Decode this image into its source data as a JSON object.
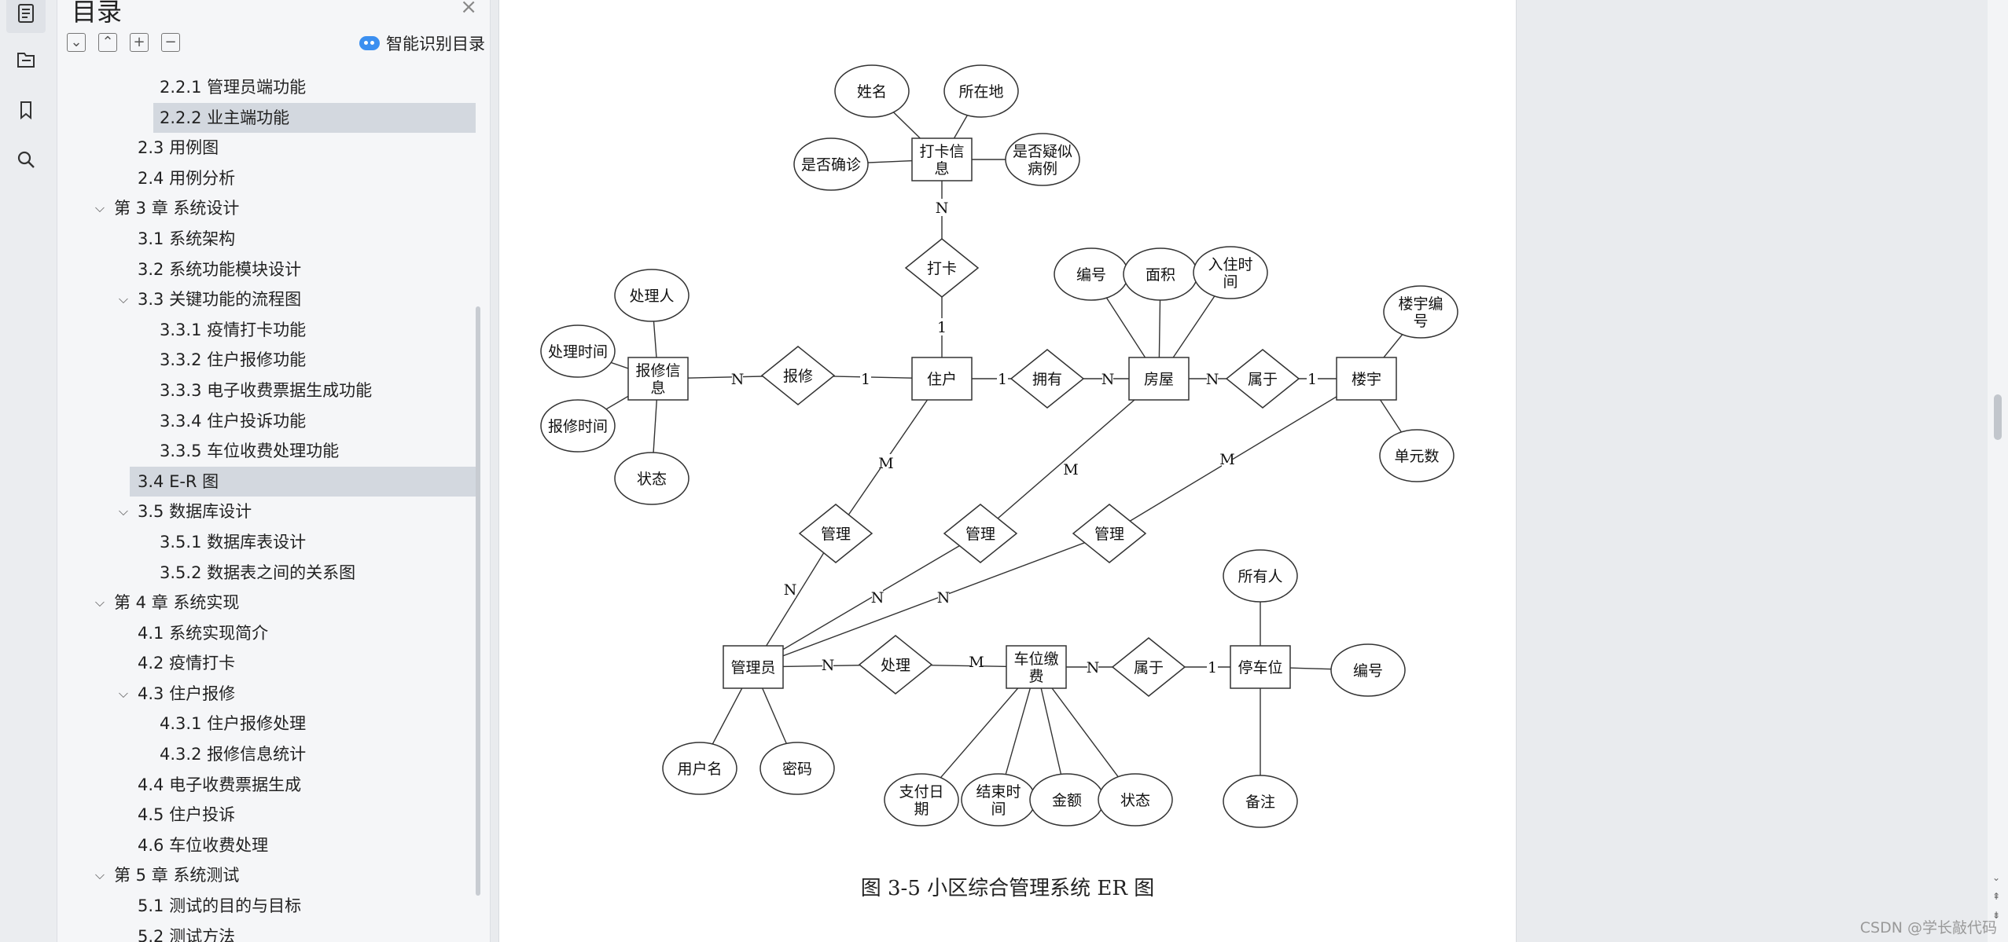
{
  "toc": {
    "title": "目录",
    "close": "×",
    "tools": [
      "⌄",
      "⌃",
      "+",
      "−"
    ],
    "smart_label": "智能识别目录",
    "items": [
      {
        "text": "2.2.1 管理员端功能",
        "level": 3,
        "chev": ""
      },
      {
        "text": "2.2.2 业主端功能",
        "level": 3,
        "chev": "",
        "selected": true
      },
      {
        "text": "2.3  用例图",
        "level": 2,
        "chev": ""
      },
      {
        "text": "2.4  用例分析",
        "level": 2,
        "chev": ""
      },
      {
        "text": "第 3 章  系统设计",
        "level": 1,
        "chev": "⌵"
      },
      {
        "text": "3.1  系统架构",
        "level": 2,
        "chev": ""
      },
      {
        "text": "3.2  系统功能模块设计",
        "level": 2,
        "chev": ""
      },
      {
        "text": "3.3  关键功能的流程图",
        "level": 2,
        "chev": "⌵"
      },
      {
        "text": "3.3.1  疫情打卡功能",
        "level": 3,
        "chev": ""
      },
      {
        "text": "3.3.2  住户报修功能",
        "level": 3,
        "chev": ""
      },
      {
        "text": "3.3.3  电子收费票据生成功能",
        "level": 3,
        "chev": ""
      },
      {
        "text": "3.3.4  住户投诉功能",
        "level": 3,
        "chev": ""
      },
      {
        "text": "3.3.5  车位收费处理功能",
        "level": 3,
        "chev": ""
      },
      {
        "text": "3.4 E-R 图",
        "level": 2,
        "chev": "",
        "selected": true
      },
      {
        "text": "3.5  数据库设计",
        "level": 2,
        "chev": "⌵"
      },
      {
        "text": "3.5.1  数据库表设计",
        "level": 3,
        "chev": ""
      },
      {
        "text": "3.5.2  数据表之间的关系图",
        "level": 3,
        "chev": ""
      },
      {
        "text": "第 4 章  系统实现",
        "level": 1,
        "chev": "⌵"
      },
      {
        "text": "4.1  系统实现简介",
        "level": 2,
        "chev": ""
      },
      {
        "text": "4.2  疫情打卡",
        "level": 2,
        "chev": ""
      },
      {
        "text": "4.3  住户报修",
        "level": 2,
        "chev": "⌵"
      },
      {
        "text": "4.3.1  住户报修处理",
        "level": 3,
        "chev": ""
      },
      {
        "text": "4.3.2  报修信息统计",
        "level": 3,
        "chev": ""
      },
      {
        "text": "4.4  电子收费票据生成",
        "level": 2,
        "chev": ""
      },
      {
        "text": "4.5  住户投诉",
        "level": 2,
        "chev": ""
      },
      {
        "text": "4.6  车位收费处理",
        "level": 2,
        "chev": ""
      },
      {
        "text": "第 5 章  系统测试",
        "level": 1,
        "chev": "⌵"
      },
      {
        "text": "5.1  测试的目的与目标",
        "level": 2,
        "chev": ""
      },
      {
        "text": "5.2  测试方法",
        "level": 2,
        "chev": ""
      }
    ]
  },
  "rail": {
    "icons": [
      "toc-icon",
      "outline-icon",
      "bookmark-icon",
      "search-icon"
    ]
  },
  "diagram": {
    "entities": [
      {
        "id": "daka_xinxi",
        "label": [
          "打卡信",
          "息"
        ]
      },
      {
        "id": "zhuhu",
        "label": [
          "住户"
        ]
      },
      {
        "id": "fangwu",
        "label": [
          "房屋"
        ]
      },
      {
        "id": "louyu",
        "label": [
          "楼宇"
        ]
      },
      {
        "id": "baoxiu_xinxi",
        "label": [
          "报修信",
          "息"
        ]
      },
      {
        "id": "guanliyuan",
        "label": [
          "管理员"
        ]
      },
      {
        "id": "chewei_jiaofei",
        "label": [
          "车位缴",
          "费"
        ]
      },
      {
        "id": "tingchewei",
        "label": [
          "停车位"
        ]
      }
    ],
    "relations": [
      {
        "id": "r_daka",
        "label": "打卡"
      },
      {
        "id": "r_baoxiu",
        "label": "报修"
      },
      {
        "id": "r_yongyou",
        "label": "拥有"
      },
      {
        "id": "r_shuyu1",
        "label": "属于"
      },
      {
        "id": "r_guanli1",
        "label": "管理"
      },
      {
        "id": "r_guanli2",
        "label": "管理"
      },
      {
        "id": "r_guanli3",
        "label": "管理"
      },
      {
        "id": "r_chuli",
        "label": "处理"
      },
      {
        "id": "r_shuyu2",
        "label": "属于"
      }
    ],
    "attributes": [
      {
        "id": "a_xingming",
        "label": [
          "姓名"
        ]
      },
      {
        "id": "a_suozaidi",
        "label": [
          "所在地"
        ]
      },
      {
        "id": "a_shifouquezhen",
        "label": [
          "是否确诊"
        ]
      },
      {
        "id": "a_yisibingli",
        "label": [
          "是否疑似",
          "病例"
        ]
      },
      {
        "id": "a_chuliren",
        "label": [
          "处理人"
        ]
      },
      {
        "id": "a_chulishijian",
        "label": [
          "处理时间"
        ]
      },
      {
        "id": "a_baoxiushijian",
        "label": [
          "报修时间"
        ]
      },
      {
        "id": "a_zhuangtai1",
        "label": [
          "状态"
        ]
      },
      {
        "id": "a_bianhao1",
        "label": [
          "编号"
        ]
      },
      {
        "id": "a_mianji",
        "label": [
          "面积"
        ]
      },
      {
        "id": "a_ruzhushijian",
        "label": [
          "入住时",
          "间"
        ]
      },
      {
        "id": "a_louyubianhao",
        "label": [
          "楼宇编",
          "号"
        ]
      },
      {
        "id": "a_danyuanshu",
        "label": [
          "单元数"
        ]
      },
      {
        "id": "a_suoyouren",
        "label": [
          "所有人"
        ]
      },
      {
        "id": "a_bianhao2",
        "label": [
          "编号"
        ]
      },
      {
        "id": "a_beizhu",
        "label": [
          "备注"
        ]
      },
      {
        "id": "a_yonghuming",
        "label": [
          "用户名"
        ]
      },
      {
        "id": "a_mima",
        "label": [
          "密码"
        ]
      },
      {
        "id": "a_zhifuriqi",
        "label": [
          "支付日",
          "期"
        ]
      },
      {
        "id": "a_jieshushijian",
        "label": [
          "结束时",
          "间"
        ]
      },
      {
        "id": "a_jine",
        "label": [
          "金额"
        ]
      },
      {
        "id": "a_zhuangtai2",
        "label": [
          "状态"
        ]
      }
    ],
    "cardinalities": [
      "N",
      "1",
      "N",
      "1",
      "1",
      "N",
      "N",
      "1",
      "M",
      "M",
      "M",
      "N",
      "N",
      "N",
      "N",
      "M",
      "N",
      "1"
    ],
    "caption": "图 3-5  小区综合管理系统 ER 图"
  },
  "watermark": "CSDN @学长敲代码"
}
